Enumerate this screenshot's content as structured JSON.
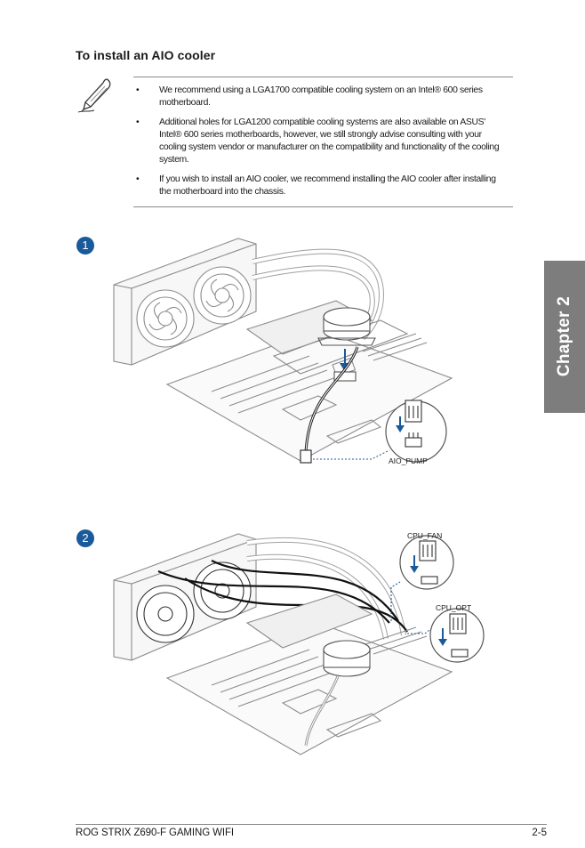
{
  "section_title": "To install an AIO cooler",
  "notes": [
    {
      "bullet": "•",
      "text": "We recommend using a LGA1700 compatible cooling system on an Intel® 600 series motherboard."
    },
    {
      "bullet": "•",
      "text": "Additional holes for LGA1200 compatible cooling systems are also available on ASUS' Intel® 600 series motherboards, however, we still strongly advise consulting with your cooling system vendor or manufacturer on the compatibility and functionality of the cooling system."
    },
    {
      "bullet": "•",
      "text": "If you wish to install an AIO cooler, we recommend installing the AIO cooler after installing the motherboard into the chassis."
    }
  ],
  "note_icon": "pen-note-icon",
  "steps": [
    {
      "number": "1",
      "connectors": [
        "AIO_PUMP"
      ]
    },
    {
      "number": "2",
      "connectors": [
        "CPU_FAN",
        "CPU_OPT"
      ]
    }
  ],
  "side_tab": "Chapter 2",
  "footer": {
    "product": "ROG STRIX Z690-F GAMING WIFI",
    "page": "2-5"
  },
  "colors": {
    "step_badge": "#1b5a9a",
    "side_tab": "#7d7d7d",
    "arrow": "#1b5a9a"
  }
}
